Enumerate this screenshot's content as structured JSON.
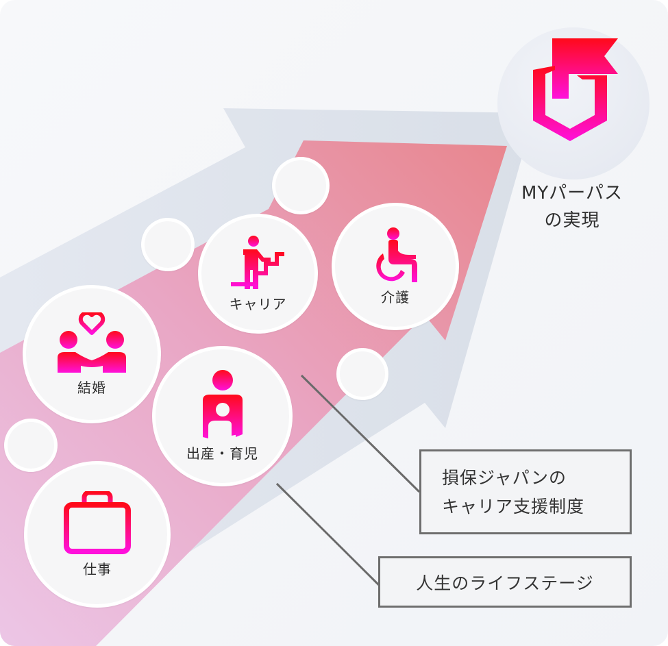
{
  "goal": {
    "icon": "flag-shield-logo-icon",
    "label_line1": "MYパーパス",
    "label_line2": "の実現"
  },
  "life_stages": [
    {
      "id": "work",
      "label": "仕事",
      "icon": "briefcase-icon"
    },
    {
      "id": "marriage",
      "label": "結婚",
      "icon": "couple-heart-icon"
    },
    {
      "id": "childbirth",
      "label": "出産・育児",
      "icon": "parent-child-icon"
    },
    {
      "id": "career",
      "label": "キャリア",
      "icon": "person-climbing-stairs-icon"
    },
    {
      "id": "care",
      "label": "介護",
      "icon": "wheelchair-icon"
    }
  ],
  "callouts": {
    "support": {
      "line1": "損保ジャパンの",
      "line2": "キャリア支援制度"
    },
    "life": {
      "text": "人生のライフステージ"
    }
  },
  "colors": {
    "icon_gradient_top": "#ff0a1a",
    "icon_gradient_bottom": "#ff0fd8",
    "pink_arrow_start": "#ebc4e4",
    "pink_arrow_end": "#e8878f",
    "gray_arrow": "#dde2ea",
    "background": "#f4f5f8",
    "callout_border": "#6e6e6e"
  }
}
